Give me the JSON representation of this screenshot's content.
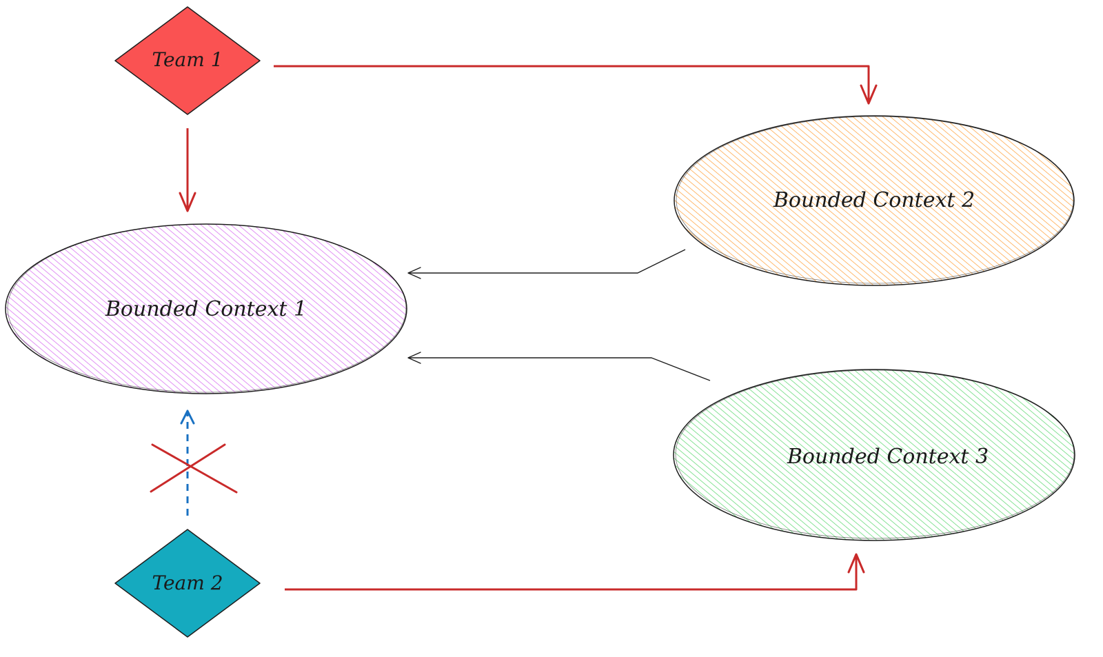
{
  "teams": [
    {
      "id": "team-1",
      "label": "Team 1",
      "color": "#fa5252"
    },
    {
      "id": "team-2",
      "label": "Team 2",
      "color": "#15aabf"
    }
  ],
  "contexts": [
    {
      "id": "bounded-context-1",
      "label": "Bounded Context 1",
      "color": "#da77f2"
    },
    {
      "id": "bounded-context-2",
      "label": "Bounded Context 2",
      "color": "#ffa94d"
    },
    {
      "id": "bounded-context-3",
      "label": "Bounded Context 3",
      "color": "#69db7c"
    }
  ],
  "colors": {
    "ownership_arrow": "#c92a2a",
    "dependency_arrow": "#1e1e1e",
    "blocked_arrow": "#1971c2",
    "blocked_cross": "#c92a2a",
    "outline": "#1e1e1e"
  },
  "edges": [
    {
      "from": "team-1",
      "to": "bounded-context-2",
      "style": "owns"
    },
    {
      "from": "team-1",
      "to": "bounded-context-1",
      "style": "owns"
    },
    {
      "from": "team-2",
      "to": "bounded-context-3",
      "style": "owns"
    },
    {
      "from": "team-2",
      "to": "bounded-context-1",
      "style": "blocked"
    },
    {
      "from": "bounded-context-2",
      "to": "bounded-context-1",
      "style": "depends"
    },
    {
      "from": "bounded-context-3",
      "to": "bounded-context-1",
      "style": "depends"
    }
  ]
}
